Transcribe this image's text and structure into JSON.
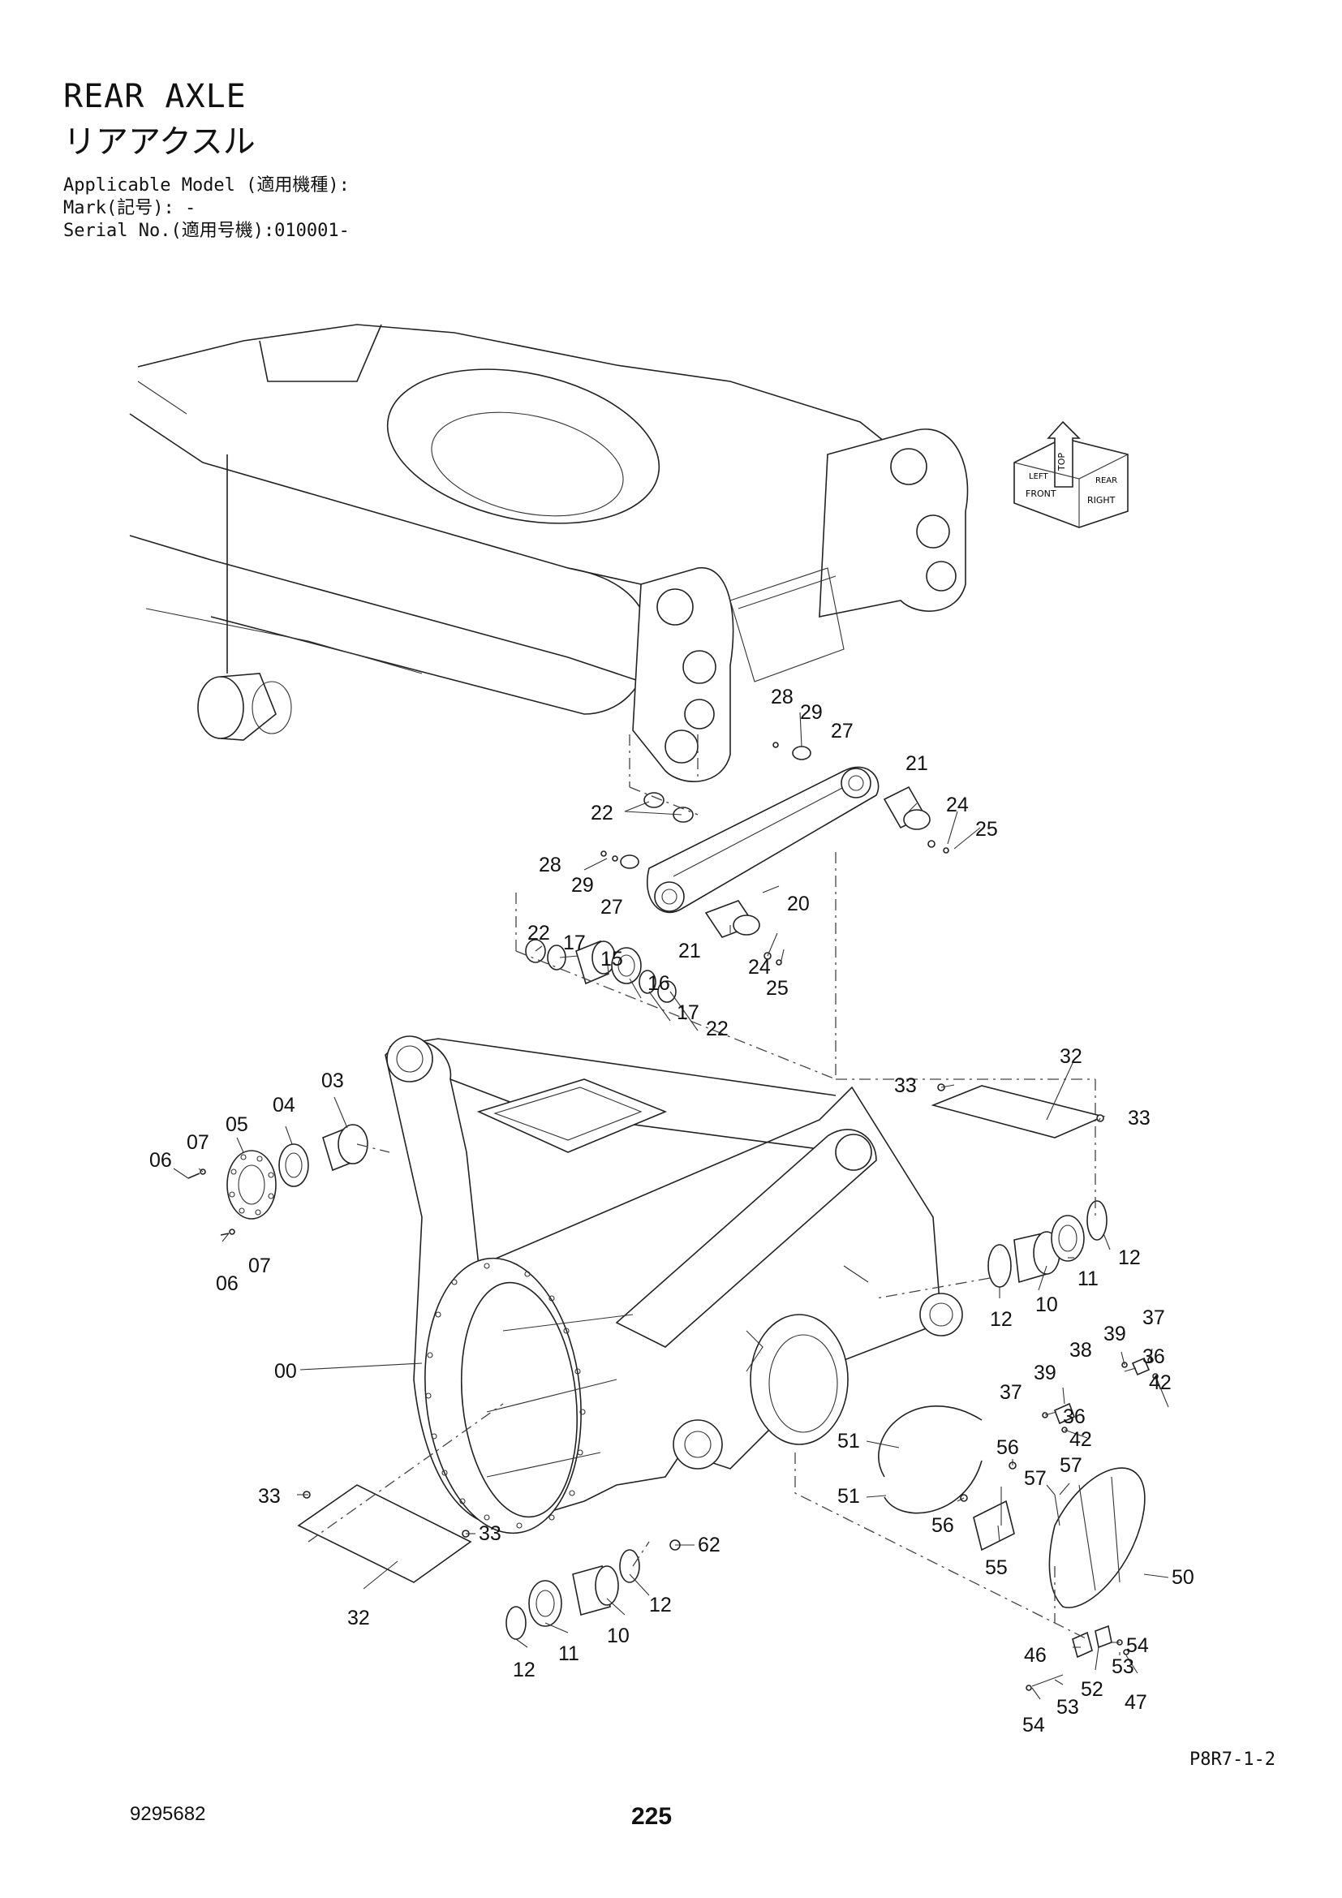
{
  "header": {
    "title_en": "REAR AXLE",
    "title_ja": "リアアクスル",
    "applicable_model": "Applicable Model (適用機種):",
    "mark": "Mark(記号): -",
    "serial": "Serial No.(適用号機):010001-"
  },
  "orientation_arrow": {
    "labels": [
      "TOP",
      "FRONT",
      "RIGHT",
      "LEFT",
      "REAR"
    ]
  },
  "callouts": [
    {
      "id": "c28a",
      "text": "28"
    },
    {
      "id": "c29a",
      "text": "29"
    },
    {
      "id": "c27a",
      "text": "27"
    },
    {
      "id": "c21a",
      "text": "21"
    },
    {
      "id": "c24a",
      "text": "24"
    },
    {
      "id": "c25a",
      "text": "25"
    },
    {
      "id": "c22a",
      "text": "22"
    },
    {
      "id": "c28b",
      "text": "28"
    },
    {
      "id": "c29b",
      "text": "29"
    },
    {
      "id": "c27b",
      "text": "27"
    },
    {
      "id": "c20",
      "text": "20"
    },
    {
      "id": "c21b",
      "text": "21"
    },
    {
      "id": "c24b",
      "text": "24"
    },
    {
      "id": "c25b",
      "text": "25"
    },
    {
      "id": "c22b",
      "text": "22"
    },
    {
      "id": "c17a",
      "text": "17"
    },
    {
      "id": "c15",
      "text": "15"
    },
    {
      "id": "c16",
      "text": "16"
    },
    {
      "id": "c17b",
      "text": "17"
    },
    {
      "id": "c22c",
      "text": "22"
    },
    {
      "id": "c03",
      "text": "03"
    },
    {
      "id": "c04",
      "text": "04"
    },
    {
      "id": "c05",
      "text": "05"
    },
    {
      "id": "c07a",
      "text": "07"
    },
    {
      "id": "c06a",
      "text": "06"
    },
    {
      "id": "c06b",
      "text": "06"
    },
    {
      "id": "c07b",
      "text": "07"
    },
    {
      "id": "c33a",
      "text": "33"
    },
    {
      "id": "c32a",
      "text": "32"
    },
    {
      "id": "c33b",
      "text": "33"
    },
    {
      "id": "c12a",
      "text": "12"
    },
    {
      "id": "c11a",
      "text": "11"
    },
    {
      "id": "c10a",
      "text": "10"
    },
    {
      "id": "c12b",
      "text": "12"
    },
    {
      "id": "c00",
      "text": "00"
    },
    {
      "id": "c39a",
      "text": "39"
    },
    {
      "id": "c37a",
      "text": "37"
    },
    {
      "id": "c38",
      "text": "38"
    },
    {
      "id": "c36a",
      "text": "36"
    },
    {
      "id": "c42a",
      "text": "42"
    },
    {
      "id": "c39b",
      "text": "39"
    },
    {
      "id": "c37b",
      "text": "37"
    },
    {
      "id": "c36b",
      "text": "36"
    },
    {
      "id": "c42b",
      "text": "42"
    },
    {
      "id": "c51a",
      "text": "51"
    },
    {
      "id": "c56a",
      "text": "56"
    },
    {
      "id": "c57a",
      "text": "57"
    },
    {
      "id": "c57b",
      "text": "57"
    },
    {
      "id": "c51b",
      "text": "51"
    },
    {
      "id": "c56b",
      "text": "56"
    },
    {
      "id": "c55",
      "text": "55"
    },
    {
      "id": "c50",
      "text": "50"
    },
    {
      "id": "c33c",
      "text": "33"
    },
    {
      "id": "c33d",
      "text": "33"
    },
    {
      "id": "c62",
      "text": "62"
    },
    {
      "id": "c32b",
      "text": "32"
    },
    {
      "id": "c12c",
      "text": "12"
    },
    {
      "id": "c10b",
      "text": "10"
    },
    {
      "id": "c11b",
      "text": "11"
    },
    {
      "id": "c12d",
      "text": "12"
    },
    {
      "id": "c54a",
      "text": "54"
    },
    {
      "id": "c46",
      "text": "46"
    },
    {
      "id": "c53a",
      "text": "53"
    },
    {
      "id": "c52",
      "text": "52"
    },
    {
      "id": "c47",
      "text": "47"
    },
    {
      "id": "c53b",
      "text": "53"
    },
    {
      "id": "c54b",
      "text": "54"
    }
  ],
  "footer": {
    "doc_code": "9295682",
    "page_ref": "P8R7-1-2",
    "page_number": "225"
  }
}
